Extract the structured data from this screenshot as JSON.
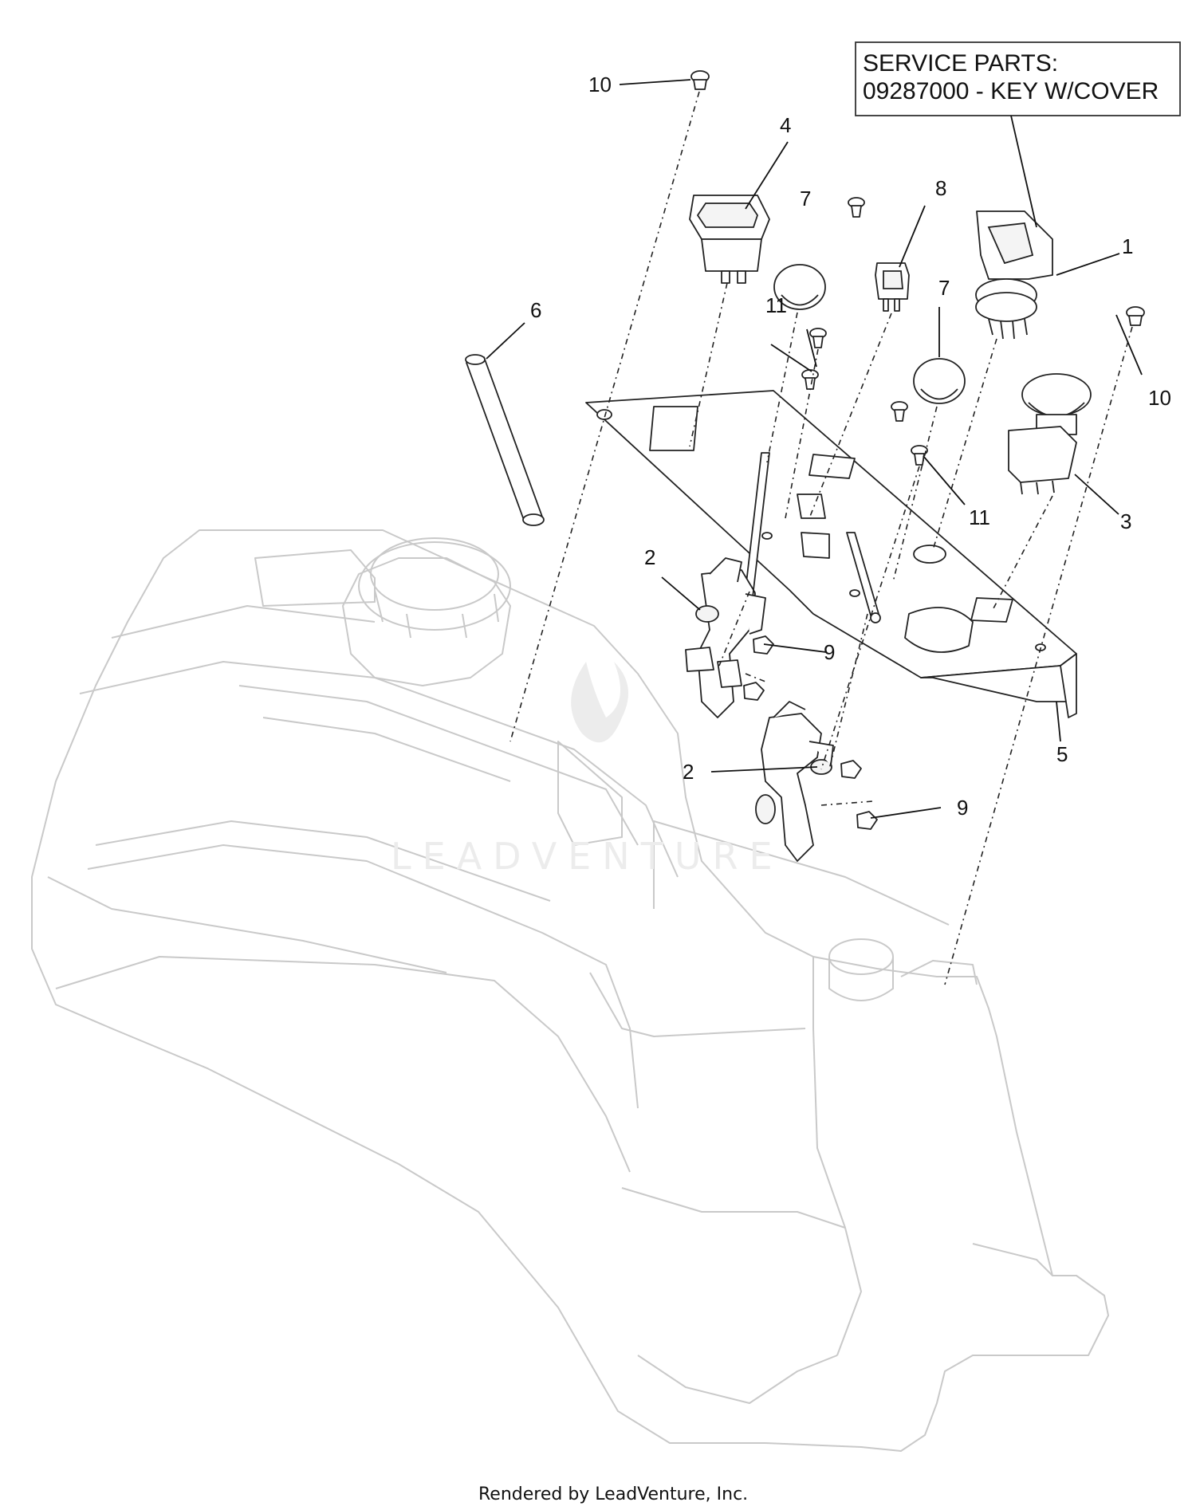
{
  "service_box": {
    "line1": "SERVICE PARTS:",
    "line2": "09287000 - KEY W/COVER"
  },
  "callouts": {
    "c1": "1",
    "c2a": "2",
    "c2b": "2",
    "c3": "3",
    "c4": "4",
    "c5": "5",
    "c6": "6",
    "c7a": "7",
    "c7b": "7",
    "c8": "8",
    "c9a": "9",
    "c9b": "9",
    "c10a": "10",
    "c10b": "10",
    "c11a": "11",
    "c11b": "11"
  },
  "watermark": "LEADVENTURE",
  "footer": "Rendered by LeadVenture, Inc.",
  "colors": {
    "ink": "#111111",
    "tank_outline": "#c9c9c9",
    "watermark": "#ececec"
  }
}
